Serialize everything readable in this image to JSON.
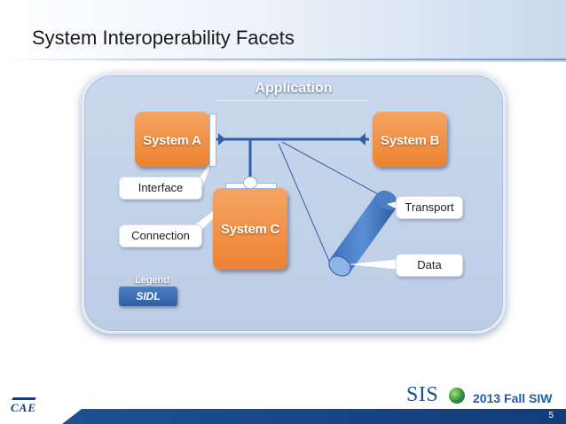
{
  "slide": {
    "title": "System Interoperability Facets",
    "page_number": "5"
  },
  "diagram": {
    "container_label": "Application",
    "systems": [
      {
        "id": "a",
        "label": "System A"
      },
      {
        "id": "b",
        "label": "System B"
      },
      {
        "id": "c",
        "label": "System C"
      }
    ],
    "callouts": {
      "interface": "Interface",
      "connection": "Connection",
      "transport": "Transport",
      "data": "Data"
    },
    "legend": {
      "title": "Legend",
      "item": "SIDL"
    }
  },
  "footer": {
    "siso_logo": "SIS",
    "event": "2013 Fall SIW",
    "company_logo": "CAE"
  },
  "colors": {
    "system_box": "#ec8232",
    "panel": "#c9d8ec",
    "connector": "#2f5fa6",
    "footer_bar": "#1e4f92"
  }
}
